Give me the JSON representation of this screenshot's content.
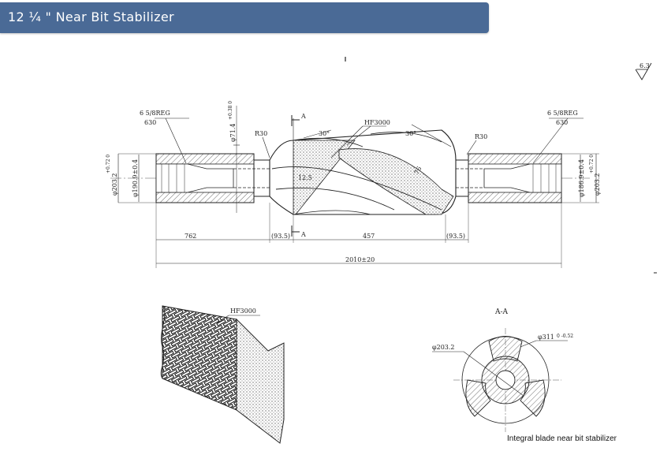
{
  "header": {
    "title": "12 ¼ \" Near Bit Stabilizer"
  },
  "drawing": {
    "roughness": "6.3",
    "thread_left": "6 5/8REG",
    "thread_left_sub": "630",
    "thread_right": "6 5/8REG",
    "thread_right_sub": "630",
    "radius_left": "R30",
    "radius_right": "R30",
    "hardfacing": "HF3000",
    "angle_left": "30°",
    "angle_right": "30°",
    "section_mark": "A",
    "dia_bore": "φ71.4",
    "dia_bore_tol": "+0.38 0",
    "dia_left_outer": "φ203.2",
    "dia_left_outer_tol": "+0.72 0",
    "dia_left_body": "φ190.9±0.4",
    "dia_right_body": "φ186.9±0.4",
    "dia_right_outer": "φ203.2",
    "dia_right_outer_tol": "+0.72 0",
    "blade_width": "12.5",
    "blade_angle": "76",
    "len_left": "762",
    "len_neck_left": "(93.5)",
    "len_blade": "457",
    "len_neck_right": "(93.5)",
    "len_total": "2010±20",
    "detail_label": "HF3000",
    "section_title": "A-A",
    "section_dia_inner": "φ203.2",
    "section_dia_outer": "φ311",
    "section_dia_outer_tol": "0 -0.52",
    "caption": "Integral blade near bit stabilizer"
  }
}
